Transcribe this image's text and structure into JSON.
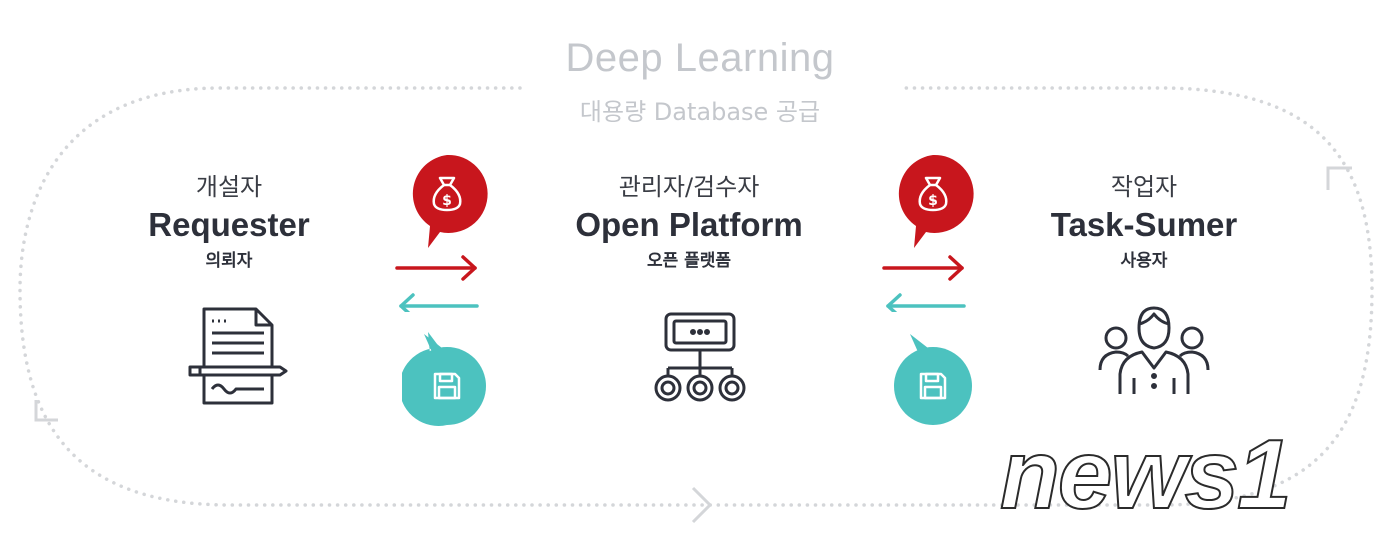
{
  "header": {
    "title": "Deep Learning",
    "subtitle": "대용량 Database 공급"
  },
  "roles": [
    {
      "kr": "개설자",
      "en": "Requester",
      "desc": "의뢰자",
      "icon": "document-pen-icon"
    },
    {
      "kr": "관리자/검수자",
      "en": "Open Platform",
      "desc": "오픈 플랫폼",
      "icon": "network-tree-icon"
    },
    {
      "kr": "작업자",
      "en": "Task-Sumer",
      "desc": "사용자",
      "icon": "users-group-icon"
    }
  ],
  "badges": {
    "money_icon": "money-bag-icon",
    "data_icon": "floppy-disk-icon"
  },
  "colors": {
    "money_bubble": "#c8161d",
    "data_bubble": "#4cc2bf",
    "arrow_forward": "#c8161d",
    "arrow_back": "#4cc2bf",
    "loop_dots": "#d4d6d9",
    "text_dark": "#2d303a",
    "text_light": "#c4c7cc"
  },
  "watermark": {
    "text": "news1",
    "brand": "news1-logo"
  }
}
